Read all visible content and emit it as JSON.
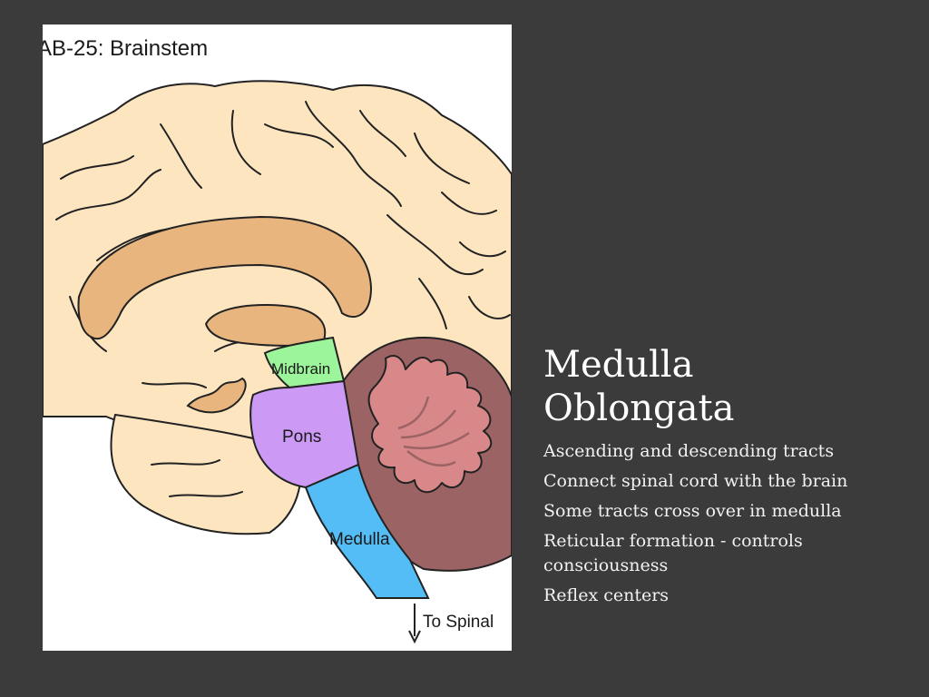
{
  "figure": {
    "caption": "AB-25: Brainstem",
    "labels": {
      "midbrain": "Midbrain",
      "pons": "Pons",
      "medulla": "Medulla",
      "to_spinal": "To Spinal"
    },
    "colors": {
      "cerebrum": "#fde5c0",
      "corpus_callosum": "#e8b57e",
      "midbrain": "#9cf59a",
      "pons": "#cc99f5",
      "medulla": "#55bdf5",
      "cerebellum_dark": "#9b6363",
      "arbor_vitae": "#d9888a",
      "outline": "#222222"
    }
  },
  "slide": {
    "title_line1": "Medulla",
    "title_line2": "Oblongata",
    "bullets": [
      "Ascending and descending tracts",
      "Connect spinal cord with the brain",
      "Some tracts cross over in medulla",
      "Reticular formation - controls consciousness",
      "Reflex centers"
    ]
  }
}
